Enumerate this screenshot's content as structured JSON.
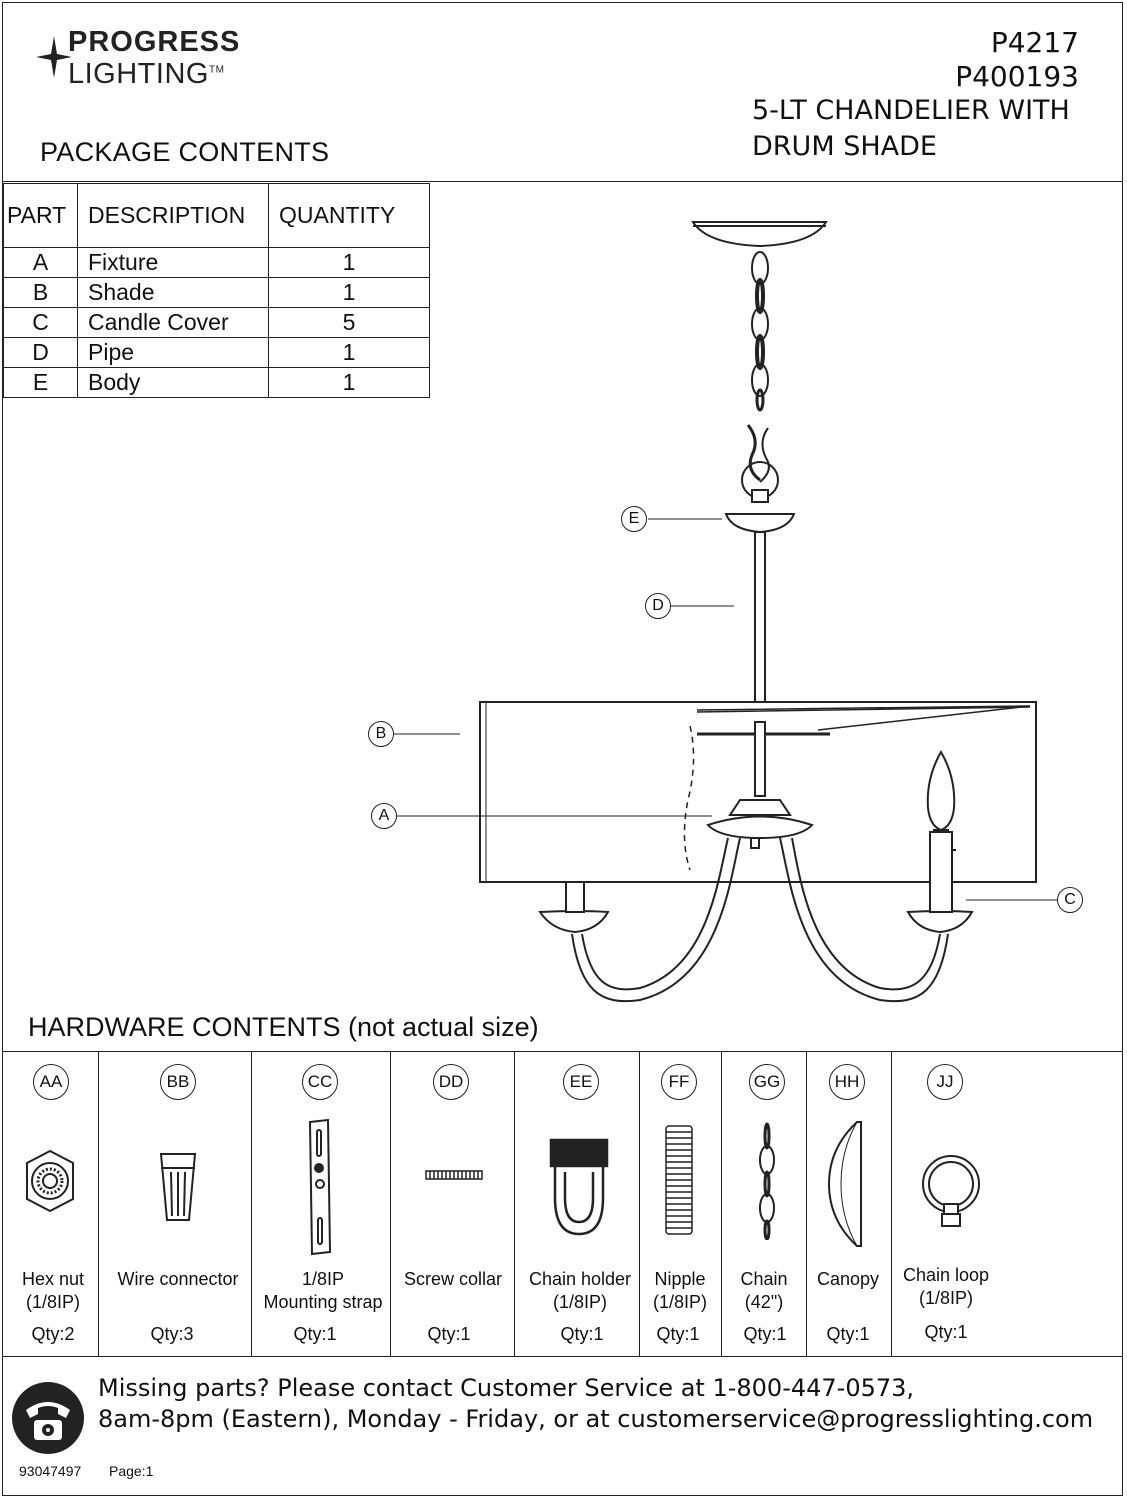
{
  "brand": {
    "line1": "PROGRESS",
    "line2": "LIGHTING",
    "tm": "TM"
  },
  "model": {
    "code1": "P4217",
    "code2": "P400193",
    "title1": "5-LT CHANDELIER WITH",
    "title2": "DRUM SHADE"
  },
  "package": {
    "title": "PACKAGE CONTENTS",
    "headers": {
      "part": "PART",
      "description": "DESCRIPTION",
      "quantity": "QUANTITY"
    },
    "rows": [
      {
        "part": "A",
        "description": "Fixture",
        "quantity": "1"
      },
      {
        "part": "B",
        "description": "Shade",
        "quantity": "1"
      },
      {
        "part": "C",
        "description": "Candle Cover",
        "quantity": "5"
      },
      {
        "part": "D",
        "description": "Pipe",
        "quantity": "1"
      },
      {
        "part": "E",
        "description": "Body",
        "quantity": "1"
      }
    ]
  },
  "callouts": {
    "a": "A",
    "b": "B",
    "c": "C",
    "d": "D",
    "e": "E"
  },
  "hardware": {
    "title": "HARDWARE CONTENTS (not actual size)",
    "items": [
      {
        "code": "AA",
        "name1": "Hex nut",
        "name2": "(1/8IP)",
        "qty": "Qty:2",
        "icon": "hex-nut-icon"
      },
      {
        "code": "BB",
        "name1": "Wire connector",
        "name2": "",
        "qty": "Qty:3",
        "icon": "wire-connector-icon"
      },
      {
        "code": "CC",
        "name1": "1/8IP",
        "name2": "Mounting strap",
        "qty": "Qty:1",
        "icon": "mounting-strap-icon"
      },
      {
        "code": "DD",
        "name1": "Screw collar",
        "name2": "",
        "qty": "Qty:1",
        "icon": "screw-collar-icon"
      },
      {
        "code": "EE",
        "name1": "Chain holder",
        "name2": "(1/8IP)",
        "qty": "Qty:1",
        "icon": "chain-holder-icon"
      },
      {
        "code": "FF",
        "name1": "Nipple",
        "name2": "(1/8IP)",
        "qty": "Qty:1",
        "icon": "nipple-icon"
      },
      {
        "code": "GG",
        "name1": "Chain",
        "name2": "(42\")",
        "qty": "Qty:1",
        "icon": "chain-icon"
      },
      {
        "code": "HH",
        "name1": "Canopy",
        "name2": "",
        "qty": "Qty:1",
        "icon": "canopy-icon"
      },
      {
        "code": "JJ",
        "name1": "Chain loop",
        "name2": "(1/8IP)",
        "qty": "Qty:1",
        "icon": "chain-loop-icon"
      }
    ]
  },
  "footer": {
    "line1": "Missing parts? Please contact Customer Service at 1-800-447-0573,",
    "line2": "8am-8pm (Eastern), Monday - Friday,  or at customerservice@progresslighting.com",
    "doc_number": "93047497",
    "page": "Page:1"
  }
}
